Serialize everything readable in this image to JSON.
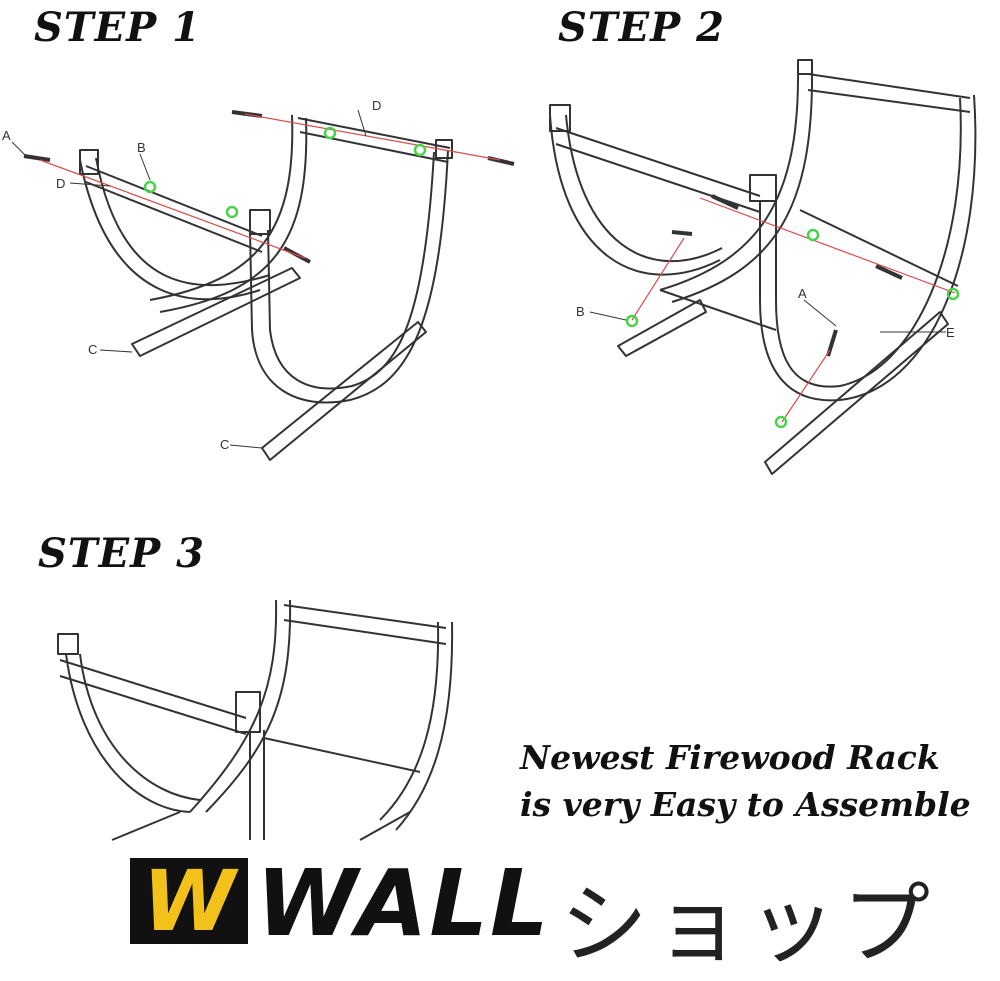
{
  "steps": [
    {
      "title": "STEP 1"
    },
    {
      "title": "STEP 2"
    },
    {
      "title": "STEP 3"
    }
  ],
  "labels": {
    "step1": [
      "A",
      "B",
      "D",
      "D",
      "C",
      "C"
    ],
    "step2": [
      "B",
      "A",
      "E"
    ]
  },
  "tagline": {
    "line1": "Newest Firewood Rack",
    "line2": "is very Easy to Assemble"
  },
  "logo": {
    "w": "W",
    "wall": "WALL",
    "shop": "ショップ",
    "colors": {
      "yellow": "#f2c21b",
      "black": "#111111"
    }
  },
  "colors": {
    "marker": "#49d24a",
    "line": "#d94c4c",
    "frame": "#333333"
  }
}
